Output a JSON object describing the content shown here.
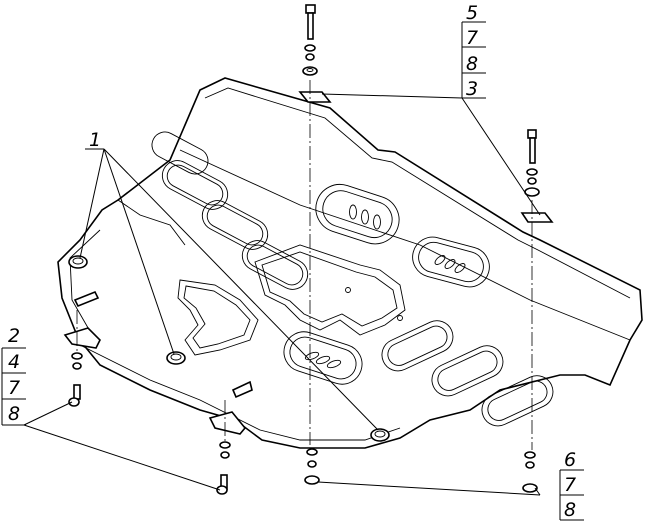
{
  "callouts": {
    "part_1": "1",
    "stack_left": [
      "2",
      "4",
      "7",
      "8"
    ],
    "stack_top_right": [
      "5",
      "7",
      "8",
      "3"
    ],
    "stack_bottom_right": [
      "6",
      "7",
      "8"
    ]
  }
}
